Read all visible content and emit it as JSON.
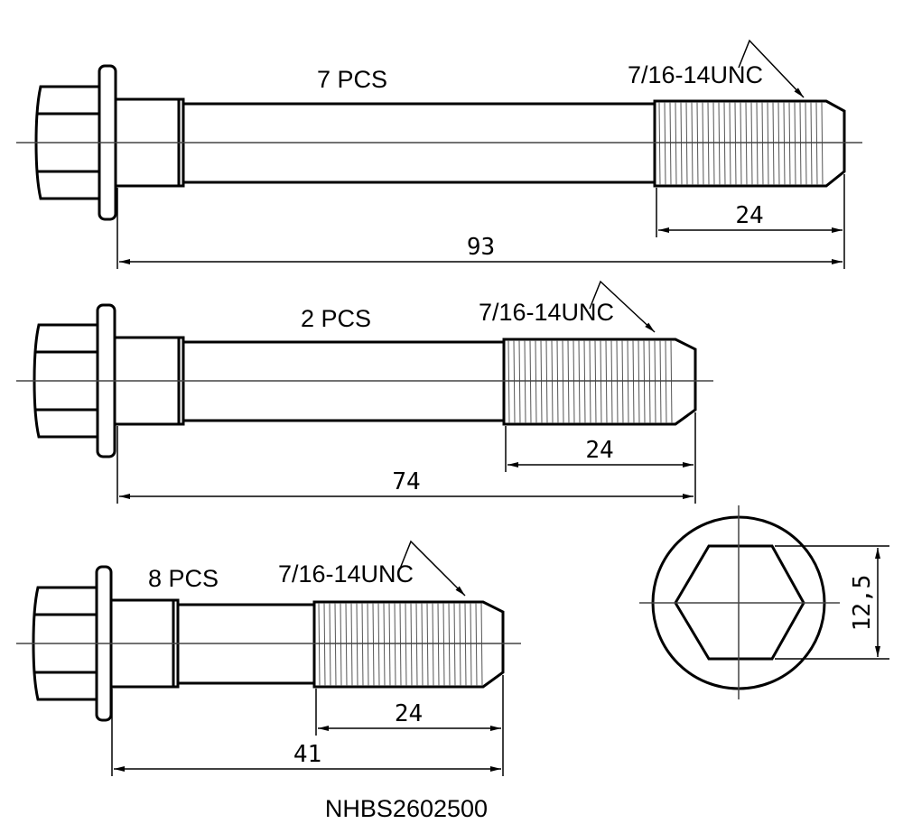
{
  "title": "NHBS2602500",
  "bolts": [
    {
      "qty": "7 PCS",
      "thread": "7/16-14UNC",
      "thread_length": "24",
      "total_length": "93"
    },
    {
      "qty": "2 PCS",
      "thread": "7/16-14UNC",
      "thread_length": "24",
      "total_length": "74"
    },
    {
      "qty": "8 PCS",
      "thread": "7/16-14UNC",
      "thread_length": "24",
      "total_length": "41"
    }
  ],
  "end_view": {
    "hex_size": "12,5"
  }
}
